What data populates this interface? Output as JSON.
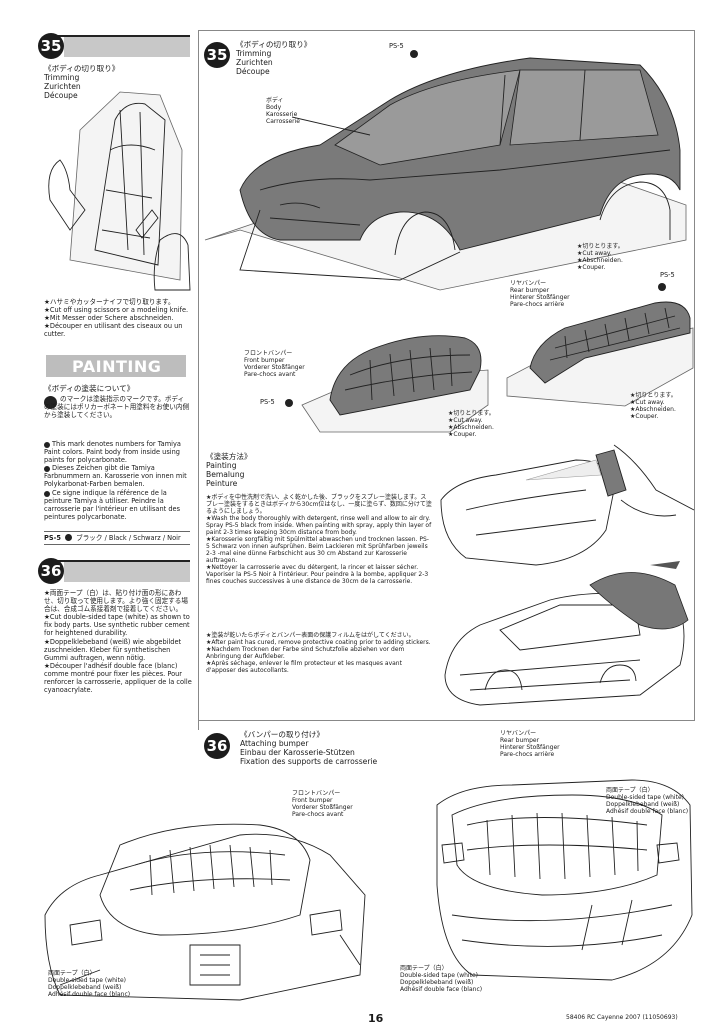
{
  "left": {
    "step35": {
      "number": "35",
      "title_jp": "《ボディの切り取り》",
      "title_en": "Trimming",
      "title_de": "Zurichten",
      "title_fr": "Découpe",
      "notes": [
        "★ハサミやカッターナイフで切り取ります。",
        "★Cut off using scissors or a modeling knife.",
        "★Mit Messer oder Schere abschneiden.",
        "★Découper en utilisant des ciseaux ou un cutter."
      ]
    },
    "painting": {
      "banner": "PAINTING",
      "title_jp": "《ボディの塗装について》",
      "jp_text": "のマークは塗装指示のマークです。ボディの塗装にはポリカーボネート用塗料をお使い内側から塗装してください。",
      "en_text": "This mark denotes numbers for Tamiya Paint colors. Paint body from inside using paints for polycarbonate.",
      "de_text": "Dieses Zeichen gibt die Tamiya Farbnummern an. Karosserie von innen mit Polykarbonat-Farben bemalen.",
      "fr_text": "Ce signe indique la référence de la peinture Tamiya à utiliser. Peindre la carrosserie par l'intérieur en utilisant des peintures polycarbonate.",
      "legend_code": "PS-5",
      "legend_text": "ブラック / Black / Schwarz / Noir"
    },
    "step36": {
      "number": "36",
      "jp": "★両面テープ（白）は、貼り付け面の形にあわせ、切り取って使用します。より強く固定する場合は、合成ゴム系接着剤で接着してください。",
      "en": "★Cut double-sided tape (white) as shown to fix body parts. Use synthetic rubber cement for heightened durability.",
      "de": "★Doppelklebeband (weiß) wie abgebildet zuschneiden. Kleber für synthetischen Gummi auftragen, wenn nötig.",
      "fr": "★Découper l'adhésif double face (blanc) comme montré pour fixer les pièces. Pour renforcer la carrosserie, appliquer de la colle cyanoacrylate."
    }
  },
  "right_top": {
    "step_number": "35",
    "title_jp": "《ボディの切り取り》",
    "title_en": "Trimming",
    "title_de": "Zurichten",
    "title_fr": "Découpe",
    "ps5_top": "PS-5",
    "body_label": [
      "ボディ",
      "Body",
      "Karosserie",
      "Carrosserie"
    ],
    "cut_away_1": [
      "★切りとります。",
      "★Cut away.",
      "★Abschneiden.",
      "★Couper."
    ],
    "ps5_rear": "PS-5",
    "rear_bumper": [
      "リヤバンパー",
      "Rear bumper",
      "Hinterer Stoßfänger",
      "Pare-chocs arrière"
    ],
    "front_bumper": [
      "フロントバンパー",
      "Front bumper",
      "Vorderer Stoßfänger",
      "Pare-chocs avant"
    ],
    "ps5_front": "PS-5",
    "cut_away_2": [
      "★切りとります。",
      "★Cut away.",
      "★Abschneiden.",
      "★Couper."
    ],
    "cut_away_3": [
      "★切りとります。",
      "★Cut away.",
      "★Abschneiden.",
      "★Couper."
    ]
  },
  "right_mid": {
    "title_jp": "《塗装方法》",
    "title_en": "Painting",
    "title_de": "Bemalung",
    "title_fr": "Peinture",
    "p1": "★ボディを中性洗剤で洗い、よく乾かした後、ブラックをスプレー塗装します。スプレー塗装をするときはボディから30cm位はなし、一度に塗らず、数回に分けて塗るようにしましょう。",
    "p2": "★Wash the body thoroughly with detergent, rinse well and allow to air dry. Spray PS-5 black from inside. When painting with spray, apply thin layer of paint 2-3 times keeping 30cm distance from body.",
    "p3": "★Karosserie sorgfältig mit Spülmittel abwaschen und trocknen lassen. PS-5 Schwarz von innen aufsprühen. Beim Lackieren mit Sprühfarben jeweils 2-3 -mal eine dünne Farbschicht aus 30 cm Abstand zur Karosserie auftragen.",
    "p4": "★Nettoyer la carrosserie avec du détergent, la rincer et laisser sécher. Vaporiser la PS-5 Noir à l'intérieur. Pour peindre à la bombe, appliquer 2-3 fines couches successives à une distance de 30cm de la carrosserie.",
    "p5": "★塗装が乾いたらボディとバンパー表面の保護フィルムをはがしてください。",
    "p6": "★After paint has cured, remove protective coating prior to adding stickers.",
    "p7": "★Nachdem Trocknen der Farbe sind Schutzfolie abziehen vor dem Anbringung der Aufkleber.",
    "p8": "★Après séchage, enlever le film protecteur et les masques avant d'apposer des autocollants."
  },
  "bottom": {
    "step_number": "36",
    "title_jp": "《バンパーの取り付け》",
    "title_en": "Attaching bumper",
    "title_de": "Einbau der Karosserie-Stützen",
    "title_fr": "Fixation des supports de carrosserie",
    "front_bumper": [
      "フロントバンパー",
      "Front bumper",
      "Vorderer Stoßfänger",
      "Pare-chocs avant"
    ],
    "rear_bumper": [
      "リヤバンパー",
      "Rear bumper",
      "Hinterer Stoßfänger",
      "Pare-chocs arrière"
    ],
    "tape_right": [
      "両面テープ（白）",
      "Double-sided tape (white)",
      "Doppelklebeband (weiß)",
      "Adhésif double face (blanc)"
    ],
    "tape_left": [
      "両面テープ（白）",
      "Double-sided tape (white)",
      "Doppelklebeband (weiß)",
      "Adhésif double face (blanc)"
    ],
    "tape_center": [
      "両面テープ（白）",
      "Double-sided tape (white)",
      "Doppelklebeband (weiß)",
      "Adhésif double face (blanc)"
    ]
  },
  "footer": {
    "page_number": "16",
    "code": "58406 RC Cayenne 2007 (11050693)"
  }
}
